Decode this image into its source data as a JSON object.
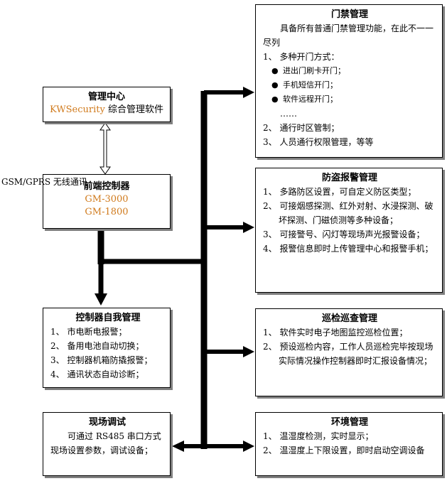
{
  "management_center": {
    "title": "管理中心",
    "software": "KWSecurity 综合管理软件"
  },
  "link_label": "GSM/GPRS 无线通讯",
  "front_controller": {
    "title": "前端控制器",
    "models": [
      "GM-3000",
      "GM-1800"
    ]
  },
  "access_control": {
    "title": "门禁管理",
    "intro": "具备所有普通门禁管理功能，在此不一一尽列",
    "item1": "1、 多种开门方式：",
    "bullets": [
      "进出门刷卡开门；",
      "手机短信开门；",
      "软件远程开门；"
    ],
    "ellipsis": "……",
    "item2": "2、 通行时区管制；",
    "item3": "3、 人员通行权限管理，等等"
  },
  "alarm": {
    "title": "防盗报警管理",
    "items": [
      "1、 多路防区设置，可自定义防区类型；",
      "2、 可接烟感探测、红外对射、水浸探测、破坏探测、门磁侦测等多种设备；",
      "3、 可接警号、闪灯等现场声光报警设备；",
      "4、 报警信息即时上传管理中心和报警手机；"
    ]
  },
  "self_management": {
    "title": "控制器自我管理",
    "items": [
      "1、 市电断电报警；",
      "2、 备用电池自动切换；",
      "3、 控制器机箱防撬报警；",
      "4、 通讯状态自动诊断；"
    ]
  },
  "patrol": {
    "title": "巡检巡查管理",
    "items": [
      "1、 软件实时电子地图监控巡检位置；",
      "2、 预设巡检内容，工作人员巡检完毕按现场实际情况操作控制器即时汇报设备情况；"
    ]
  },
  "onsite_debug": {
    "title": "现场调试",
    "text": "可通过 RS485 串口方式现场设置参数，调试设备；"
  },
  "environment": {
    "title": "环境管理",
    "items": [
      "1、 温湿度检测，实时显示；",
      "2、 温湿度上下限设置，即时启动空调设备"
    ]
  }
}
